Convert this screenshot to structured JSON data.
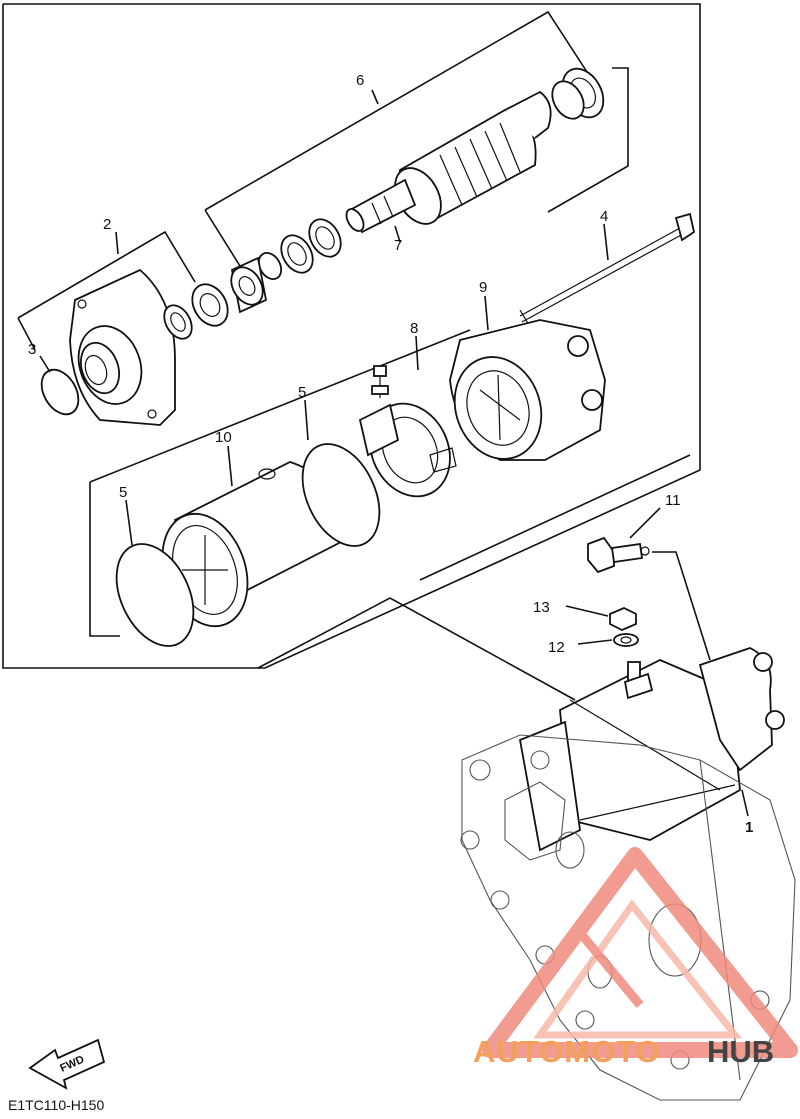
{
  "diagram": {
    "callouts": [
      {
        "id": "c1",
        "text": "1"
      },
      {
        "id": "c2",
        "text": "2"
      },
      {
        "id": "c3",
        "text": "3"
      },
      {
        "id": "c4",
        "text": "4"
      },
      {
        "id": "c5a",
        "text": "5"
      },
      {
        "id": "c5b",
        "text": "5"
      },
      {
        "id": "c6",
        "text": "6"
      },
      {
        "id": "c7",
        "text": "7"
      },
      {
        "id": "c8",
        "text": "8"
      },
      {
        "id": "c9",
        "text": "9"
      },
      {
        "id": "c10",
        "text": "10"
      },
      {
        "id": "c11",
        "text": "11"
      },
      {
        "id": "c12",
        "text": "12"
      },
      {
        "id": "c13",
        "text": "13"
      }
    ],
    "fwd_arrow_label": "FWD",
    "drawing_code": "E1TC110-H150"
  },
  "watermark": {
    "text_left": "AUTOMOTO",
    "text_right": "HUB",
    "colors": {
      "primary": "#f08a7e",
      "secondary": "#f7b9a9",
      "text_right": "#444444"
    }
  }
}
